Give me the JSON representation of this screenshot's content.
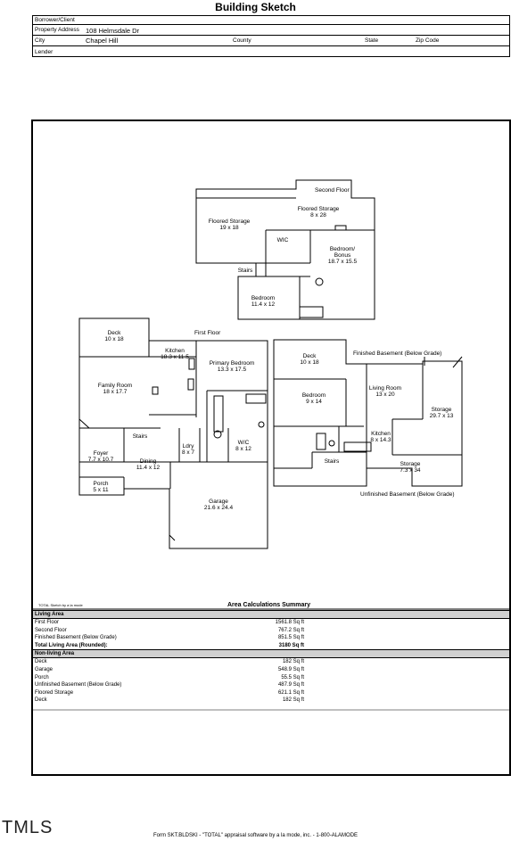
{
  "title": "Building Sketch",
  "header": {
    "borrower_label": "Borrower/Client",
    "address_label": "Property Address",
    "address_value": "108 Helmsdale Dr",
    "city_label": "City",
    "city_value": "Chapel Hill",
    "county_label": "County",
    "state_label": "State",
    "zip_label": "Zip Code",
    "lender_label": "Lender"
  },
  "sketch": {
    "level_labels": {
      "second_floor": "Second Floor",
      "first_floor": "First Floor",
      "finished_basement": "Finished Basement (Below Grade)",
      "unfinished_basement": "Unfinished Basement (Below Grade)"
    },
    "rooms": {
      "floored_storage_a": {
        "name": "Floored Storage",
        "dims": "19 x 18"
      },
      "floored_storage_b": {
        "name": "Floored Storage",
        "dims": "8 x 28"
      },
      "wic_upper": {
        "name": "WIC"
      },
      "bedroom_bonus": {
        "name1": "Bedroom/",
        "name2": "Bonus",
        "dims": "18.7 x 15.5"
      },
      "stairs_upper": {
        "name": "Stairs"
      },
      "bedroom_upper": {
        "name": "Bedroom",
        "dims": "11.4 x 12"
      },
      "deck_a": {
        "name": "Deck",
        "dims": "10 x 18"
      },
      "kitchen_main": {
        "name": "Kitchen",
        "dims": "18.3 x 11.5"
      },
      "primary_bedroom": {
        "name": "Primary Bedroom",
        "dims": "13.3 x 17.5"
      },
      "family_room": {
        "name": "Family Room",
        "dims": "18 x 17.7"
      },
      "stairs_main": {
        "name": "Stairs"
      },
      "foyer": {
        "name": "Foyer",
        "dims": "7.7 x 10.7"
      },
      "dining": {
        "name": "Dining",
        "dims": "11.4 x 12"
      },
      "laundry": {
        "name": "Ldry",
        "dims": "8 x 7"
      },
      "wic_main": {
        "name": "W/C",
        "dims": "8 x 12"
      },
      "porch": {
        "name": "Porch",
        "dims": "5 x 11"
      },
      "garage": {
        "name": "Garage",
        "dims": "21.6 x 24.4"
      },
      "deck_b": {
        "name": "Deck",
        "dims": "10 x 18"
      },
      "bedroom_basement": {
        "name": "Bedroom",
        "dims": "9 x 14"
      },
      "living_room": {
        "name": "Living Room",
        "dims": "13 x 20"
      },
      "storage_a": {
        "name": "Storage",
        "dims": "29.7 x 13"
      },
      "kitchen_basement": {
        "name": "Kitchen",
        "dims": "8 x 14.3"
      },
      "stairs_basement": {
        "name": "Stairs"
      },
      "storage_b": {
        "name": "Storage",
        "dims": "7.3 x 34"
      }
    },
    "credit": "TOTAL Sketch by a la mode"
  },
  "summary": {
    "title": "Area Calculations Summary",
    "living_header": "Living Area",
    "living": [
      {
        "label": "First Floor",
        "value": "1561.8 Sq ft"
      },
      {
        "label": "Second Floor",
        "value": "767.2 Sq ft"
      },
      {
        "label": "Finished Basement (Below Grade)",
        "value": "851.5 Sq ft"
      }
    ],
    "total": {
      "label": "Total Living Area (Rounded):",
      "value": "3180 Sq ft"
    },
    "nonliving_header": "Non-living Area",
    "nonliving": [
      {
        "label": "Deck",
        "value": "182 Sq ft"
      },
      {
        "label": "Garage",
        "value": "548.9 Sq ft"
      },
      {
        "label": "Porch",
        "value": "55.5 Sq ft"
      },
      {
        "label": "Unfinished Basement (Below Grade)",
        "value": "487.9 Sq ft"
      },
      {
        "label": "Floored Storage",
        "value": "621.1 Sq ft"
      },
      {
        "label": "Deck",
        "value": "182 Sq ft"
      }
    ]
  },
  "footer": "Form SKT.BLDSKI - \"TOTAL\" appraisal software by a la mode, inc. - 1-800-ALAMODE",
  "logo": "TMLS"
}
